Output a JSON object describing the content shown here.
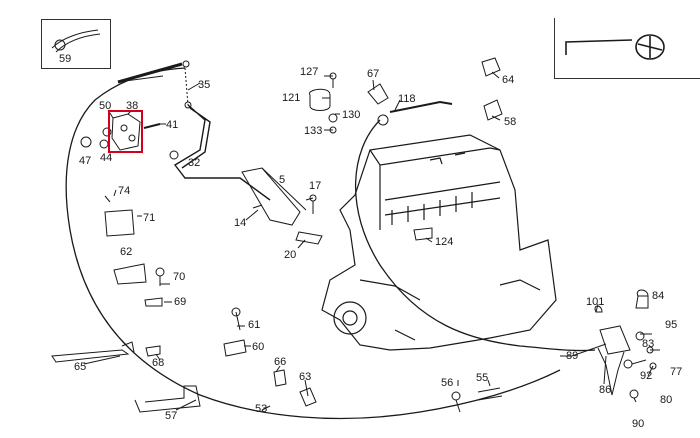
{
  "colors": {
    "ink": "#1a1a1a",
    "highlight": "#d6001c",
    "background": "#ffffff"
  },
  "callouts": {
    "c59": "59",
    "c35": "35",
    "c50": "50",
    "c38": "38",
    "c41": "41",
    "c47": "47",
    "c44": "44",
    "c32": "32",
    "c74": "74",
    "c71": "71",
    "c62": "62",
    "c70": "70",
    "c69": "69",
    "c5": "5",
    "c17": "17",
    "c14": "14",
    "c20": "20",
    "c127": "127",
    "c67": "67",
    "c121": "121",
    "c130": "130",
    "c133": "133",
    "c118": "118",
    "c64": "64",
    "c58": "58",
    "c124": "124",
    "c61": "61",
    "c60": "60",
    "c65": "65",
    "c68": "68",
    "c66": "66",
    "c63": "63",
    "c57": "57",
    "c53": "53",
    "c56": "56",
    "c55": "55",
    "c101": "101",
    "c84": "84",
    "c89": "89",
    "c95": "95",
    "c83": "83",
    "c86": "86",
    "c92": "92",
    "c77": "77",
    "c80": "80",
    "c90": "90"
  },
  "highlighted_part": "38"
}
